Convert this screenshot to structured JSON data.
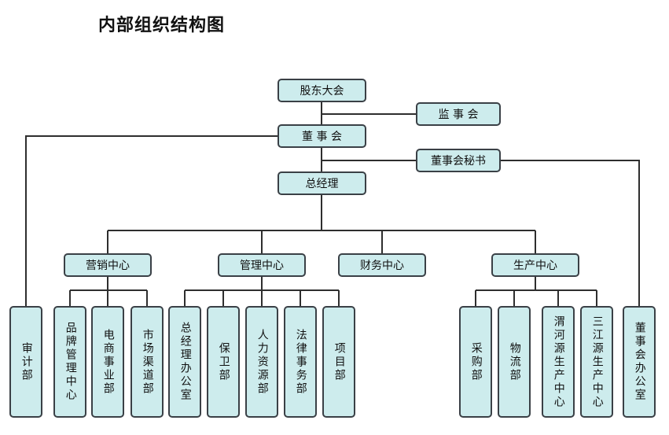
{
  "title": "内部组织结构图",
  "nodes": {
    "gudong": "股东大会",
    "jianshi": "监 事 会",
    "dongshi": "董 事 会",
    "mishu": "董事会秘书",
    "zongjingli": "总经理",
    "yingxiao": "营销中心",
    "guanli": "管理中心",
    "caiwu": "财务中心",
    "shengchan": "生产中心",
    "shenji": "审计部",
    "pinpai": "品牌管理中心",
    "dianshang": "电商事业部",
    "shichang": "市场渠道部",
    "zongban": "总经理办公室",
    "baowei": "保卫部",
    "renli": "人力资源部",
    "falv": "法律事务部",
    "xiangmu": "项目部",
    "caigou": "采购部",
    "wuliu": "物流部",
    "weihe": "渭河源生产中心",
    "sanjiang": "三江源生产中心",
    "dongban": "董事会办公室"
  }
}
